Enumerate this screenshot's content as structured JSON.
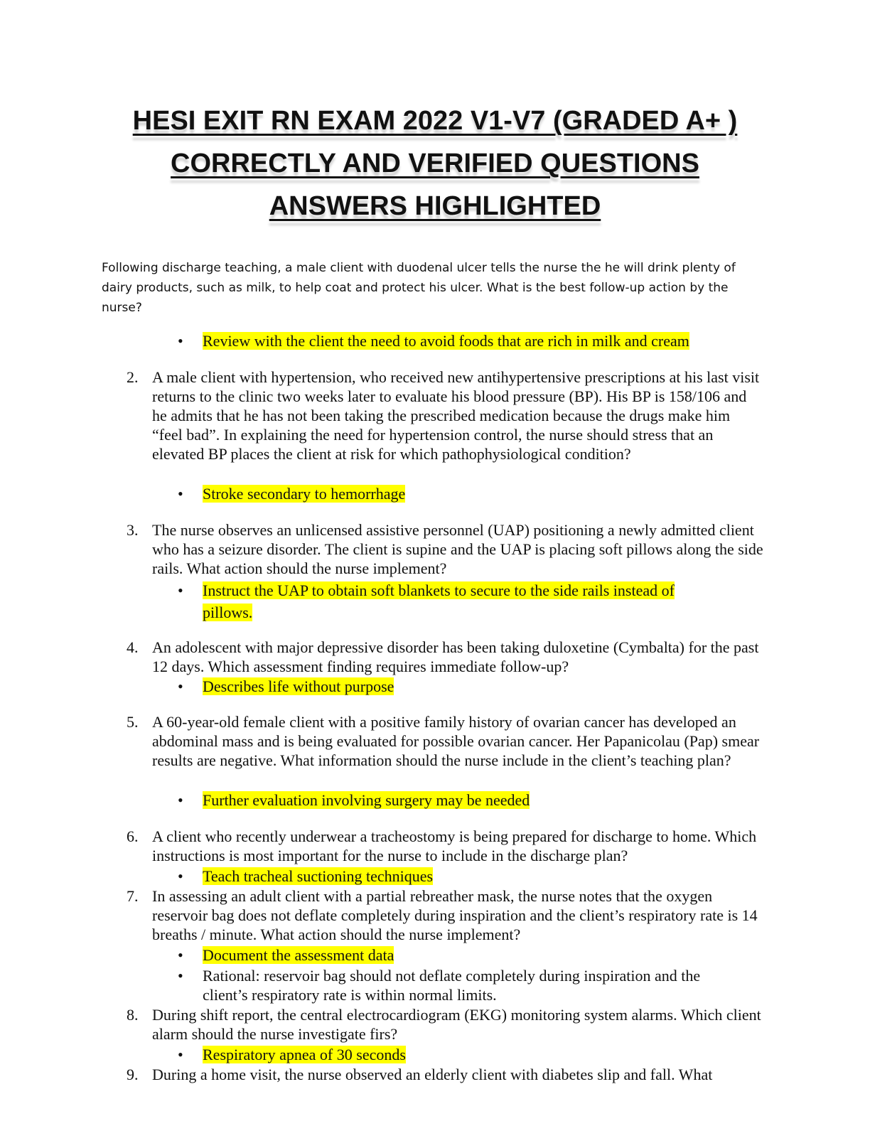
{
  "title": {
    "line1": "HESI EXIT RN EXAM 2022 V1-V7 (GRADED A+ )",
    "line2": "CORRECTLY AND VERIFIED QUESTIONS",
    "line3": "ANSWERS HIGHLIGHTED"
  },
  "bullet_symbol": "•",
  "intro_question": "Following discharge teaching, a male client with duodenal ulcer tells the nurse the he will drink plenty of dairy products, such as milk, to help coat and protect his ulcer. What is the best follow-up action by the nurse?",
  "intro_answer": "Review with the client the need to avoid foods that are rich in milk and cream",
  "questions": [
    {
      "number": "2.",
      "text": "A male client with hypertension, who received new antihypertensive prescriptions at his last visit returns to the clinic two weeks later to evaluate his blood pressure (BP). His BP is 158/106 and he admits that he has not been taking the prescribed medication because the drugs make him “feel bad”. In explaining the need for hypertension control, the nurse should stress that an elevated BP places the client at risk for which pathophysiological condition?",
      "answers": [
        {
          "text": "Stroke secondary to hemorrhage",
          "highlighted": true
        }
      ]
    },
    {
      "number": "3.",
      "text": "The nurse observes an unlicensed assistive personnel (UAP) positioning a newly admitted client who has a seizure disorder. The client is supine and the UAP is placing soft pillows along the side rails. What action should the nurse implement?",
      "answers": [
        {
          "text": "Instruct the UAP to obtain soft blankets to secure to the side rails instead of pillows.",
          "highlighted": true
        }
      ]
    },
    {
      "number": "4.",
      "text": "An adolescent with major depressive disorder has been taking duloxetine (Cymbalta) for the past 12 days. Which assessment finding requires immediate follow-up?",
      "answers": [
        {
          "text": "Describes life without purpose",
          "highlighted": true
        }
      ]
    },
    {
      "number": "5.",
      "text": "A 60-year-old female client with a positive family history of ovarian cancer has developed an abdominal mass and is being evaluated for possible ovarian cancer. Her Papanicolau (Pap) smear results are negative. What information should the nurse include in the client’s teaching plan?",
      "answers": [
        {
          "text": "Further evaluation involving surgery may be needed",
          "highlighted": true
        }
      ]
    },
    {
      "number": "6.",
      "text": "A client who recently underwear a tracheostomy is being prepared for discharge to home. Which instructions is most important for the nurse to include in the discharge plan?",
      "answers": [
        {
          "text": "Teach tracheal suctioning techniques",
          "highlighted": true
        }
      ]
    },
    {
      "number": "7.",
      "text": "In assessing an adult client with a partial rebreather mask, the nurse notes that the oxygen reservoir bag does not deflate completely during inspiration and the client’s respiratory rate is 14 breaths / minute. What action should the nurse implement?",
      "answers": [
        {
          "text": "Document the assessment data",
          "highlighted": true
        },
        {
          "text": "Rational: reservoir bag should not deflate completely during inspiration and the client’s respiratory rate is within normal limits.",
          "highlighted": false
        }
      ]
    },
    {
      "number": "8.",
      "text": "During shift report, the central electrocardiogram (EKG) monitoring system alarms. Which client alarm should the nurse investigate firs?",
      "answers": [
        {
          "text": "Respiratory apnea of 30 seconds",
          "highlighted": true
        }
      ]
    },
    {
      "number": "9.",
      "text": "During a home visit, the nurse observed an elderly client with diabetes slip and fall. What",
      "answers": []
    }
  ],
  "colors": {
    "highlight": "#ffff00",
    "text": "#111111"
  }
}
